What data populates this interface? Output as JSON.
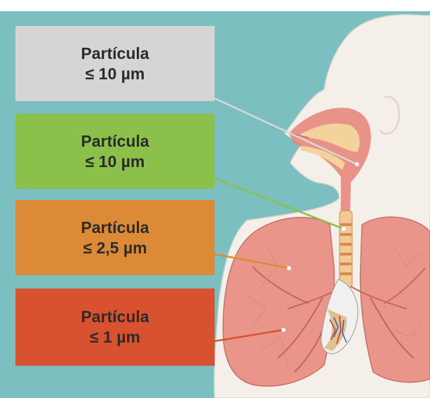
{
  "labels": [
    {
      "title": "Partícula",
      "size": "≤ 10 µm",
      "color": "#d6d5d3"
    },
    {
      "title": "Partícula",
      "size": "≤ 10 µm",
      "color": "#8bc04a"
    },
    {
      "title": "Partícula",
      "size": "≤ 2,5 µm",
      "color": "#dd8a36"
    },
    {
      "title": "Partícula",
      "size": "≤ 1 µm",
      "color": "#d85230"
    }
  ],
  "colors": {
    "background": "#7bbfc0",
    "skin": "#f4efe8",
    "lung": "#e9958a",
    "trachea": "#f3c995",
    "airway": "#e7877d"
  },
  "icons": [
    "human-silhouette",
    "respiratory-system",
    "lungs",
    "trachea",
    "heart"
  ]
}
